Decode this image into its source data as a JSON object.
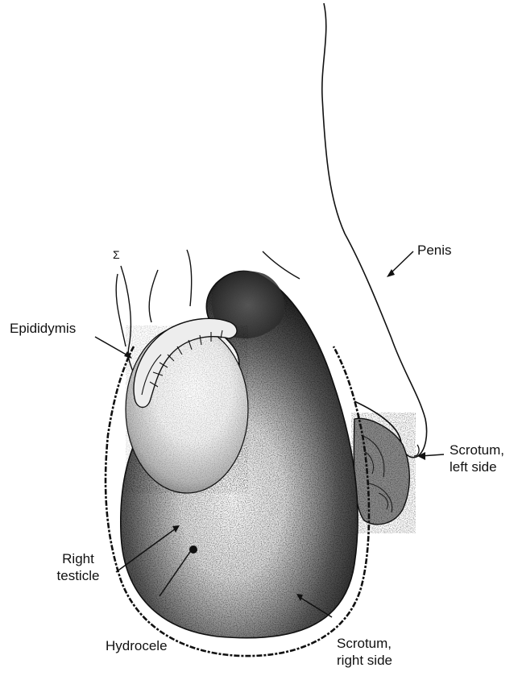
{
  "diagram": {
    "sigma_mark": "Σ",
    "labels": {
      "penis": "Penis",
      "epididymis": "Epididymis",
      "scrotum_left_line1": "Scrotum,",
      "scrotum_left_line2": "left side",
      "right_testicle_line1": "Right",
      "right_testicle_line2": "testicle",
      "hydrocele": "Hydrocele",
      "scrotum_right_line1": "Scrotum,",
      "scrotum_right_line2": "right side"
    }
  },
  "colors": {
    "ink": "#111111",
    "background": "#ffffff"
  }
}
